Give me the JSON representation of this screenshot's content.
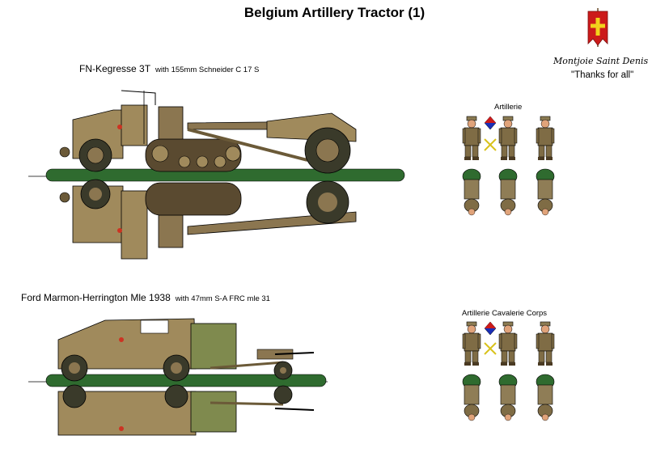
{
  "title": "Belgium Artillery Tractor (1)",
  "vehicle1": {
    "name": "FN-Kegresse 3T",
    "tow": "with 155mm Schneider C 17 S"
  },
  "vehicle2": {
    "name": "Ford Marmon-Herrington Mle 1938",
    "tow": "with 47mm S-A FRC mle 31"
  },
  "emblem": {
    "motto": "Montjoie Saint Denis",
    "thanks": "\"Thanks for all\""
  },
  "crew1": {
    "label": "Artillerie"
  },
  "crew2": {
    "label": "Artillerie Cavalerie Corps"
  },
  "colors": {
    "olive": "#a08a5c",
    "olive_dark": "#6b5a38",
    "ground_green": "#2f6b2f",
    "banner_red": "#cc1a1a",
    "cross_yellow": "#f2d21c"
  }
}
